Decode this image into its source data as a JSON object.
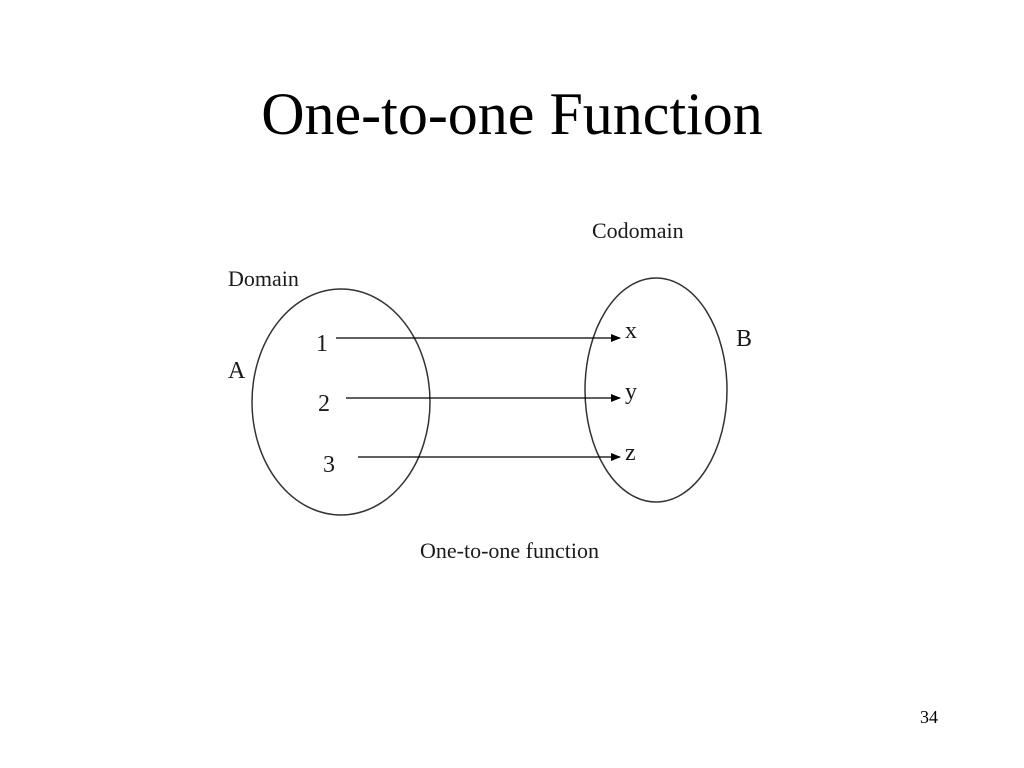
{
  "slide": {
    "title": "One-to-one Function",
    "page_number": "34"
  },
  "diagram": {
    "domain_label": "Domain",
    "codomain_label": "Codomain",
    "set_a_label": "A",
    "set_b_label": "B",
    "caption": "One-to-one function",
    "domain_elements": [
      "1",
      "2",
      "3"
    ],
    "codomain_elements": [
      "x",
      "y",
      "z"
    ],
    "mappings": [
      {
        "from": "1",
        "to": "x"
      },
      {
        "from": "2",
        "to": "y"
      },
      {
        "from": "3",
        "to": "z"
      }
    ]
  }
}
